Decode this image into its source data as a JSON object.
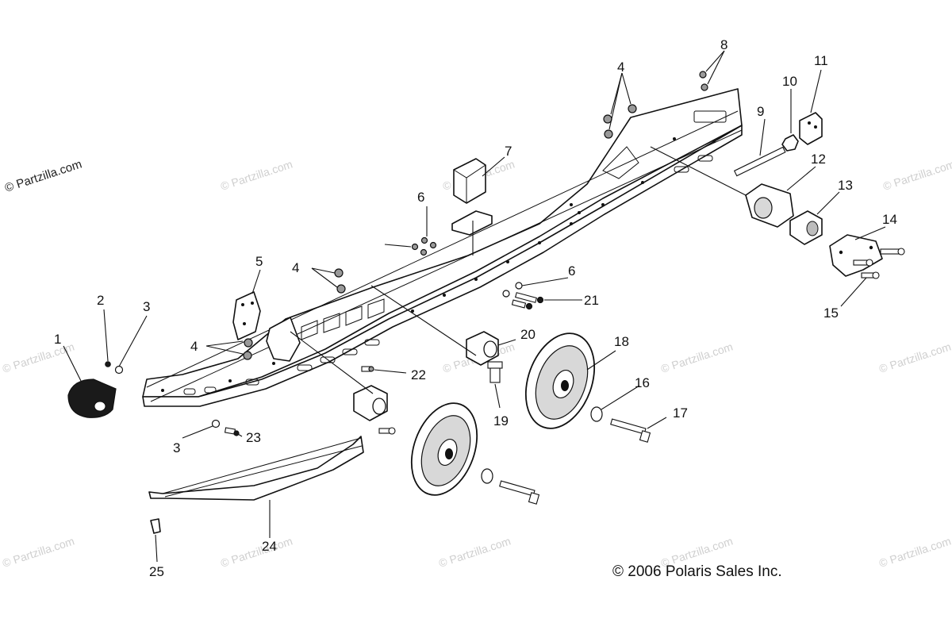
{
  "watermark": {
    "main_text": "© Partzilla.com",
    "tile_text": "© Partzilla.com"
  },
  "copyright": "© 2006 Polaris Sales Inc.",
  "callouts": [
    "1",
    "2",
    "3",
    "3",
    "4",
    "4",
    "4",
    "5",
    "6",
    "6",
    "7",
    "8",
    "9",
    "10",
    "11",
    "12",
    "13",
    "14",
    "15",
    "16",
    "17",
    "18",
    "19",
    "20",
    "21",
    "22",
    "23",
    "24",
    "25"
  ]
}
